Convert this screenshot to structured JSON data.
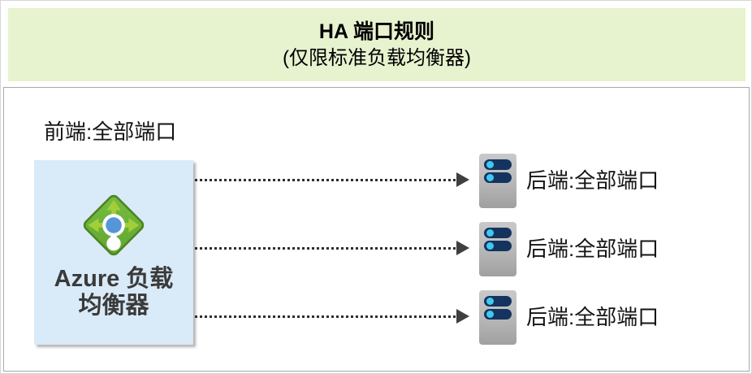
{
  "header": {
    "title": "HA 端口规则",
    "subtitle": "(仅限标准负载均衡器)",
    "bg_color": "#e7f2cf"
  },
  "diagram": {
    "frontend_label": "前端:全部端口",
    "load_balancer": {
      "label_line1": "Azure 负载",
      "label_line2": "均衡器",
      "box_color": "#d9eaf8",
      "icon": "azure-load-balancer-icon"
    },
    "backends": [
      {
        "label": "后端:全部端口",
        "icon": "server-icon"
      },
      {
        "label": "后端:全部端口",
        "icon": "server-icon"
      },
      {
        "label": "后端:全部端口",
        "icon": "server-icon"
      }
    ],
    "colors": {
      "arrow": "#2e2e2e",
      "arrowhead": "#3f3f3f",
      "server_body_top": "#c9c9c9",
      "server_body_bottom": "#a0a0a0",
      "server_bar": "#14345f",
      "server_dot": "#3fc9f0",
      "lb_diamond_green": "#6cb33e",
      "lb_diamond_border": "#4e8320",
      "lb_arrow_green": "#a3ce3a",
      "lb_center_blue": "#5596d8"
    }
  }
}
